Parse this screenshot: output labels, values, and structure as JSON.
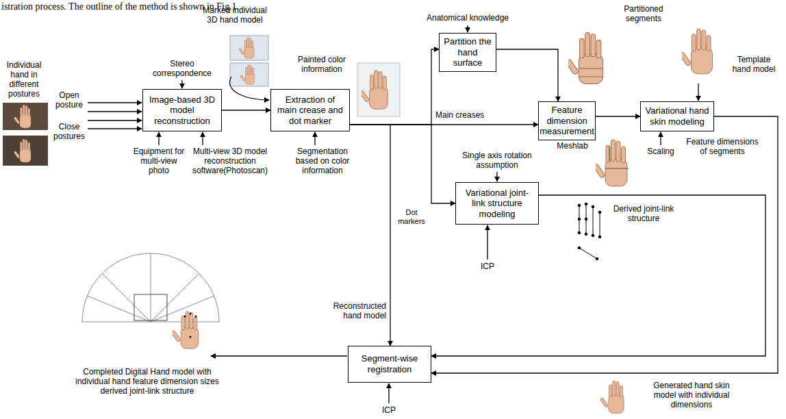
{
  "diagram": {
    "nodes": [
      {
        "text": [
          "Image-based 3D model reconstruction"
        ]
      },
      {
        "text": [
          "Extraction of main crease and dot marker"
        ]
      },
      {
        "text": [
          "Partition the hand surface"
        ]
      },
      {
        "text": [
          "Feature dimension measurement"
        ]
      },
      {
        "text": [
          "Variational hand skin modeling"
        ]
      },
      {
        "text": [
          "Variational joint-link structure modeling"
        ]
      },
      {
        "text": [
          "Segment-wise registration"
        ]
      }
    ],
    "edges": [
      {
        "from": 0,
        "to": 1,
        "arrow": "to"
      },
      {
        "from": 1,
        "to": 2,
        "arrow": "to"
      },
      {
        "from": 1,
        "to": 3,
        "arrow": "to"
      },
      {
        "from": 1,
        "to": 5,
        "arrow": "to"
      },
      {
        "from": 1,
        "to": 6,
        "arrow": "to"
      },
      {
        "from": 2,
        "to": 3,
        "arrow": "to"
      },
      {
        "from": 3,
        "to": 4,
        "arrow": "to"
      },
      {
        "from": 4,
        "to": 6,
        "arrow": "to"
      },
      {
        "from": 5,
        "to": 6,
        "arrow": "to"
      }
    ],
    "labels": [
      "istration process. The outline of the method is shown in Fig.1.",
      "Individual hand in different postures",
      "Open posture",
      "Close postures",
      "Stereo correspondence",
      "Equipment for multi-view photo",
      "Multi-view 3D model reconstruction software(Photoscan)",
      "Marked individual 3D hand model",
      "Painted color information",
      "Segmentation based on color information",
      "Reconstructed hand model",
      "Anatomical knowledge",
      "Main creases",
      "Partitioned segments",
      "Template hand model",
      "Meshlab",
      "Scaling",
      "Feature dimensions of segments",
      "Single axis rotation assumption",
      "Dot markers",
      "Derived joint-link structure",
      "ICP",
      "ICP",
      "Completed Digital Hand model with individual hand feature dimension sizes derived joint-link structure",
      "Generated hand skin model with individual dimensions"
    ]
  }
}
